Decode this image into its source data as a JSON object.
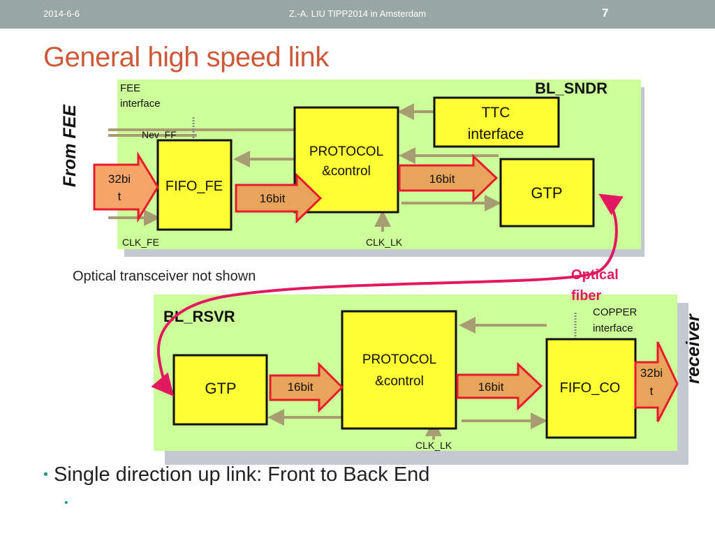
{
  "header": {
    "date": "2014-6-6",
    "center": "Z.-A. LIU  TIPP2014 in Amsterdam",
    "page": "7"
  },
  "title": "General high speed link",
  "sender": {
    "name": "BL_SNDR",
    "side_label": "From FEE",
    "fee_interface": [
      "FEE",
      "interface"
    ],
    "nev_ff": "Nev_FF",
    "fifo": "FIFO_FE",
    "protocol": [
      "PROTOCOL",
      "&control"
    ],
    "ttc": [
      "TTC",
      "interface"
    ],
    "gtp": "GTP",
    "in_bits": [
      "32bi",
      "t"
    ],
    "fifo_to_protocol": "16bit",
    "protocol_to_gtp": "16bit",
    "clk_fe": "CLK_FE",
    "clk_lk": "CLK_LK"
  },
  "receiver": {
    "name": "BL_RSVR",
    "side_label": "receiver",
    "copper_interface": [
      "COPPER",
      "interface"
    ],
    "gtp": "GTP",
    "protocol": [
      "PROTOCOL",
      "&control"
    ],
    "fifo": "FIFO_CO",
    "gtp_to_protocol": "16bit",
    "protocol_to_fifo": "16bit",
    "out_bits": [
      "32bi",
      "t"
    ],
    "clk_lk": "CLK_LK"
  },
  "optical_fiber": [
    "Optical",
    "fiber"
  ],
  "note": "Optical transceiver not shown",
  "bullets": [
    "Single direction up link: Front to Back End"
  ],
  "colors": {
    "panel": "#ccff99",
    "block": "#ffff33",
    "arrow_fill": "#e8a45a",
    "arrow_stroke": "#e8192c",
    "fiber": "#e3195f",
    "bus": "#a89c72",
    "title": "#cc5a3a",
    "header": "#98a7a3"
  }
}
